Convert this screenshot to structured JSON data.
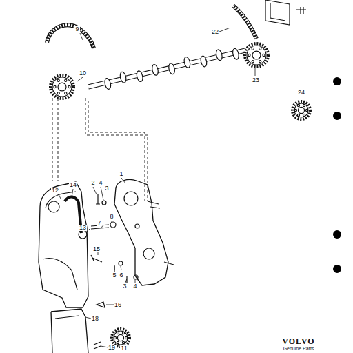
{
  "diagram": {
    "labels": [
      "9",
      "22",
      "10",
      "23",
      "24",
      "1",
      "12",
      "14",
      "2",
      "4",
      "3",
      "13",
      "7",
      "8",
      "15",
      "5",
      "6",
      "3",
      "4",
      "16",
      "18",
      "19",
      "11",
      "VOLVO",
      "Genuine Parts"
    ]
  }
}
